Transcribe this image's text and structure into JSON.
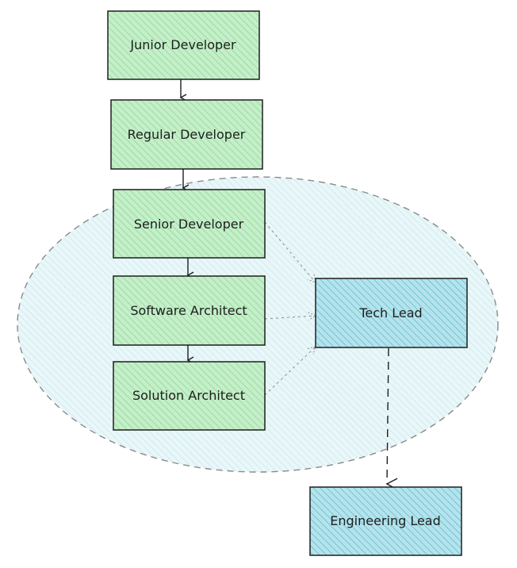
{
  "diagram": {
    "nodes": {
      "junior_developer": "Junior Developer",
      "regular_developer": "Regular Developer",
      "senior_developer": "Senior Developer",
      "software_architect": "Software Architect",
      "solution_architect": "Solution Architect",
      "tech_lead": "Tech Lead",
      "engineering_lead": "Engineering Lead"
    },
    "colors": {
      "green_fill": "#b2f2bb",
      "green_hatch": "#8fd694",
      "blue_fill": "#a5dde8",
      "blue_hatch": "#5fbdd0",
      "ellipse_fill": "#e3f4f7",
      "ellipse_hatch": "#c2e6ee",
      "stroke": "#1e1e1e",
      "dashed_stroke": "#8a8a8a"
    }
  }
}
